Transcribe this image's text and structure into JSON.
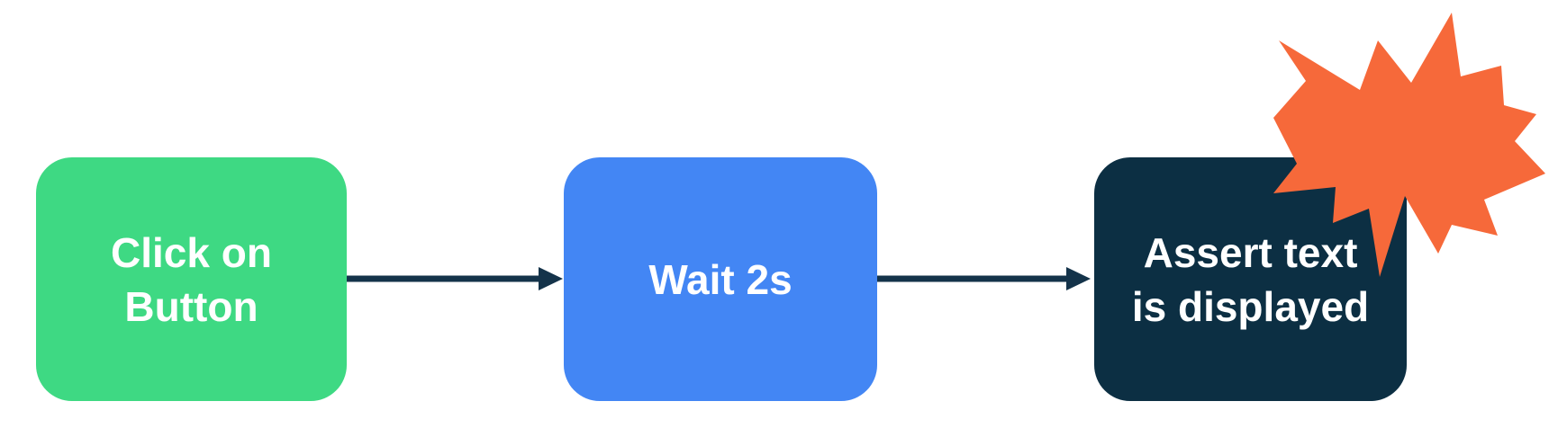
{
  "diagram": {
    "background_color": "#ffffff",
    "connector_color": "#14334A",
    "nodes": [
      {
        "id": "click-on-button",
        "label": "Click on Button",
        "lines": [
          "Click on",
          "Button"
        ],
        "fill": "#3ED983",
        "text_color": "#ffffff"
      },
      {
        "id": "wait-2s",
        "label": "Wait 2s",
        "lines": [
          "Wait 2s"
        ],
        "fill": "#4386F4",
        "text_color": "#ffffff"
      },
      {
        "id": "assert-text-is-displayed",
        "label": "Assert text is displayed",
        "lines": [
          "Assert text",
          "is displayed"
        ],
        "fill": "#0C2F43",
        "text_color": "#ffffff"
      }
    ],
    "connectors": [
      {
        "from": "click-on-button",
        "to": "wait-2s"
      },
      {
        "from": "wait-2s",
        "to": "assert-text-is-displayed"
      }
    ],
    "decoration": {
      "icon": "starburst-icon",
      "color": "#F6693A"
    }
  }
}
